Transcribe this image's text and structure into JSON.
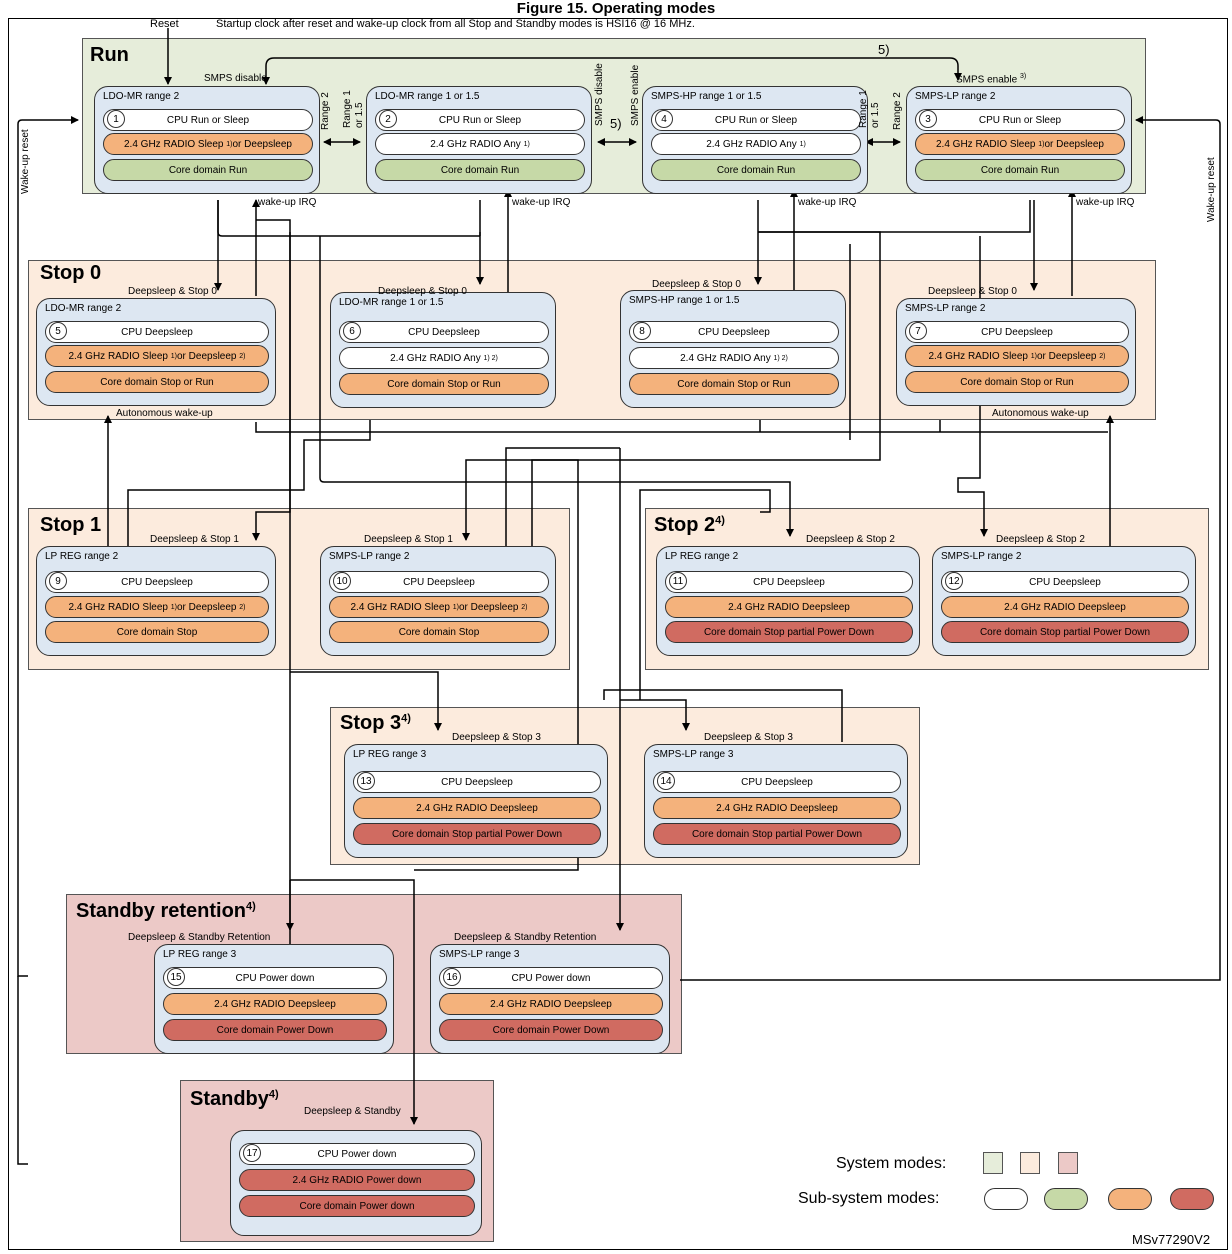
{
  "header": {
    "title": "Figure 15. Operating modes",
    "reset_label": "Reset",
    "note": "Startup clock after reset and wake-up clock from all Stop and Standby modes is HSI16 @ 16 MHz."
  },
  "regions": {
    "run": {
      "title": "Run",
      "sup": ""
    },
    "stop0": {
      "title": "Stop 0",
      "sup": ""
    },
    "stop1": {
      "title": "Stop 1",
      "sup": ""
    },
    "stop2": {
      "title": "Stop 2",
      "sup": "4)"
    },
    "stop3": {
      "title": "Stop 3",
      "sup": "4)"
    },
    "standby_ret": {
      "title": "Standby retention",
      "sup": "4)"
    },
    "standby": {
      "title": "Standby",
      "sup": "4)"
    }
  },
  "modes": [
    {
      "id": "1",
      "title": "LDO-MR range 2",
      "cpu": "CPU Run or Sleep",
      "radio": "2.4 GHz RADIO Sleep",
      "radio_sup": "1)",
      "radio_tail": " or Deepsleep",
      "radio_tail_sup": "",
      "core": "Core domain Run"
    },
    {
      "id": "2",
      "title": "LDO-MR range 1 or 1.5",
      "cpu": "CPU Run or Sleep",
      "radio": "2.4 GHz RADIO Any",
      "radio_sup": "1)",
      "radio_tail": "",
      "radio_tail_sup": "",
      "core": "Core domain Run"
    },
    {
      "id": "4",
      "title": "SMPS-HP range 1 or 1.5",
      "cpu": "CPU Run or Sleep",
      "radio": "2.4 GHz RADIO Any",
      "radio_sup": "1)",
      "radio_tail": "",
      "radio_tail_sup": "",
      "core": "Core domain Run"
    },
    {
      "id": "3",
      "title": "SMPS-LP range 2",
      "cpu": "CPU Run or Sleep",
      "radio": "2.4 GHz RADIO Sleep",
      "radio_sup": "1)",
      "radio_tail": " or Deepsleep",
      "radio_tail_sup": "",
      "core": "Core domain Run"
    },
    {
      "id": "5",
      "title": "LDO-MR range 2",
      "cpu": "CPU Deepsleep",
      "radio": "2.4 GHz RADIO Sleep",
      "radio_sup": "1)",
      "radio_tail": " or Deepsleep",
      "radio_tail_sup": "2)",
      "core": "Core domain Stop or Run"
    },
    {
      "id": "6",
      "title": "LDO-MR range 1 or 1.5",
      "cpu": "CPU Deepsleep",
      "radio": "2.4 GHz RADIO Any",
      "radio_sup": "1) 2)",
      "radio_tail": "",
      "radio_tail_sup": "",
      "core": "Core domain Stop or Run"
    },
    {
      "id": "8",
      "title": "SMPS-HP range 1 or 1.5",
      "cpu": "CPU Deepsleep",
      "radio": "2.4 GHz RADIO Any",
      "radio_sup": "1) 2)",
      "radio_tail": "",
      "radio_tail_sup": "",
      "core": "Core domain Stop or Run"
    },
    {
      "id": "7",
      "title": "SMPS-LP range 2",
      "cpu": "CPU Deepsleep",
      "radio": "2.4 GHz RADIO Sleep",
      "radio_sup": "1)",
      "radio_tail": " or  Deepsleep",
      "radio_tail_sup": "2)",
      "core": "Core domain Stop or Run"
    },
    {
      "id": "9",
      "title": "LP REG range 2",
      "cpu": "CPU Deepsleep",
      "radio": "2.4 GHz RADIO Sleep",
      "radio_sup": "1)",
      "radio_tail": " or Deepsleep",
      "radio_tail_sup": "2)",
      "core": "Core domain Stop"
    },
    {
      "id": "10",
      "title": "SMPS-LP range 2",
      "cpu": "CPU Deepsleep",
      "radio": "2.4 GHz RADIO Sleep",
      "radio_sup": "1)",
      "radio_tail": " or Deepsleep",
      "radio_tail_sup": "2)",
      "core": "Core domain Stop"
    },
    {
      "id": "11",
      "title": "LP REG range 2",
      "cpu": "CPU Deepsleep",
      "radio": "2.4 GHz RADIO Deepsleep",
      "radio_sup": "",
      "radio_tail": "",
      "radio_tail_sup": "",
      "core": "Core domain Stop partial Power Down"
    },
    {
      "id": "12",
      "title": "SMPS-LP range 2",
      "cpu": "CPU Deepsleep",
      "radio": "2.4 GHz RADIO Deepsleep",
      "radio_sup": "",
      "radio_tail": "",
      "radio_tail_sup": "",
      "core": "Core domain Stop partial Power Down"
    },
    {
      "id": "13",
      "title": "LP REG range 3",
      "cpu": "CPU Deepsleep",
      "radio": "2.4 GHz RADIO Deepsleep",
      "radio_sup": "",
      "radio_tail": "",
      "radio_tail_sup": "",
      "core": "Core domain Stop partial Power Down"
    },
    {
      "id": "14",
      "title": "SMPS-LP range 3",
      "cpu": "CPU Deepsleep",
      "radio": "2.4 GHz RADIO Deepsleep",
      "radio_sup": "",
      "radio_tail": "",
      "radio_tail_sup": "",
      "core": "Core domain Stop partial Power Down"
    },
    {
      "id": "15",
      "title": "LP REG range 3",
      "cpu": "CPU Power down",
      "radio": "2.4 GHz RADIO Deepsleep",
      "radio_sup": "",
      "radio_tail": "",
      "radio_tail_sup": "",
      "core": "Core domain Power Down"
    },
    {
      "id": "16",
      "title": "SMPS-LP range 3",
      "cpu": "CPU Power down",
      "radio": "2.4 GHz RADIO Deepsleep",
      "radio_sup": "",
      "radio_tail": "",
      "radio_tail_sup": "",
      "core": "Core domain Power Down"
    },
    {
      "id": "17",
      "title": "",
      "cpu": "CPU Power down",
      "radio": "2.4 GHz RADIO Power down",
      "radio_sup": "",
      "radio_tail": "",
      "radio_tail_sup": "",
      "core": "Core domain Power down"
    }
  ],
  "labels": {
    "smps_disable": "SMPS disable",
    "smps_enable": "SMPS enable",
    "smps_enable_sup": "3)",
    "transition_5": "5)",
    "range2": "Range 2",
    "range1": "Range 1",
    "or15": "or 1.5",
    "smps_disable_v": "SMPS disable",
    "smps_enable_v": "SMPS enable",
    "wakeup_irq": "wake-up IRQ",
    "wakeup_reset": "Wake-up reset",
    "ds_stop0": "Deepsleep & Stop 0",
    "ds_stop1": "Deepsleep & Stop 1",
    "ds_stop2": "Deepsleep & Stop 2",
    "ds_stop3": "Deepsleep & Stop 3",
    "ds_standby_ret": "Deepsleep & Standby Retention",
    "ds_standby": "Deepsleep & Standby",
    "autonomous_wakeup": "Autonomous wake-up"
  },
  "legend": {
    "system_modes": "System modes:",
    "subsystem_modes": "Sub-system modes:",
    "colors": {
      "run": "#e6edda",
      "stop": "#fcebdd",
      "standby": "#ecc9c7",
      "white": "#ffffff",
      "green": "#c6d9a7",
      "orange": "#f4b27c",
      "red": "#d06b61"
    }
  },
  "footer_id": "MSv77290V2"
}
